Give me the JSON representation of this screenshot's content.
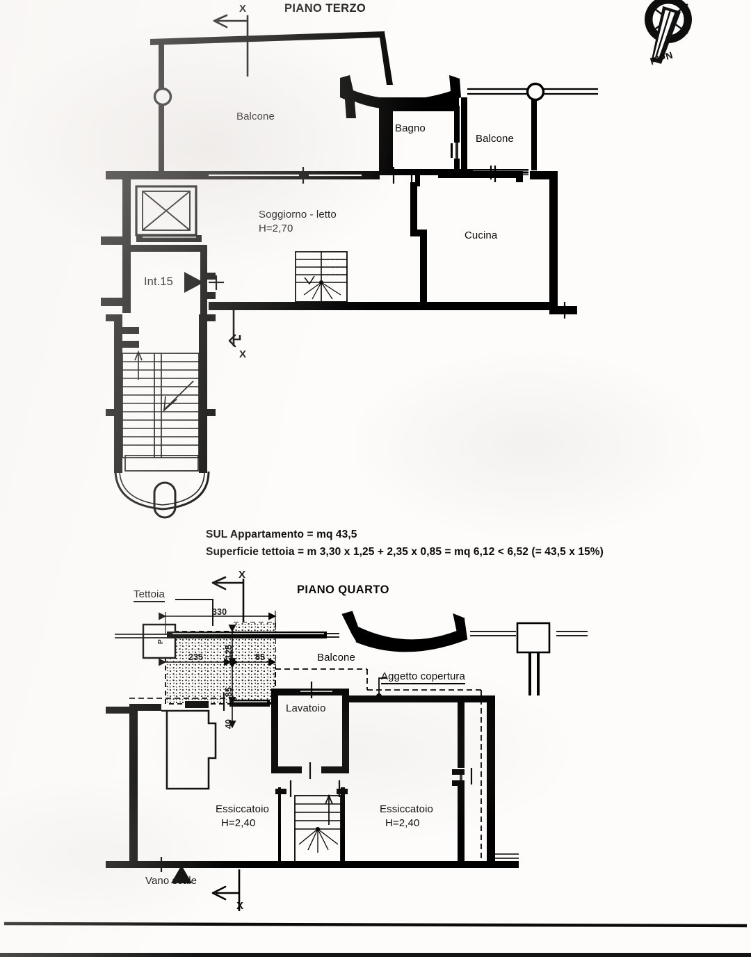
{
  "document": {
    "type": "architectural-floor-plan",
    "language": "it",
    "compass": {
      "label": "Nord",
      "icon": "north-arrow-compass-icon"
    }
  },
  "plan_third": {
    "title": "PIANO TERZO",
    "section_marks": {
      "top": "X",
      "bottom": "X"
    },
    "rooms": [
      {
        "name": "Balcone",
        "sub": ""
      },
      {
        "name": "Bagno",
        "sub": ""
      },
      {
        "name": "Balcone",
        "sub": ""
      },
      {
        "name": "Soggiorno - letto",
        "sub": "H=2,70"
      },
      {
        "name": "Cucina",
        "sub": ""
      }
    ],
    "unit_label": "Int.15",
    "balcone_left": "Balcone",
    "bagno": "Bagno",
    "balcone_right": "Balcone",
    "soggiorno": "Soggiorno - letto",
    "soggiorno_h": "H=2,70",
    "cucina": "Cucina"
  },
  "calcs": {
    "line1": "SUL Appartamento = mq 43,5",
    "line2": "Superficie tettoia = m 3,30 x 1,25 + 2,35 x 0,85 = mq 6,12 < 6,52 (= 43,5 x 15%)"
  },
  "plan_fourth": {
    "title": "PIANO QUARTO",
    "section_marks": {
      "top": "X",
      "bottom": "X"
    },
    "tettoia_label": "Tettoia",
    "balcone": "Balcone",
    "aggetto": "Aggetto copertura",
    "lavatoio": "Lavatoio",
    "vano_scale": "Vano scale",
    "pillar_label": "P",
    "rooms": [
      {
        "name": "Essiccatoio",
        "sub": "H=2,40"
      },
      {
        "name": "Essiccatoio",
        "sub": "H=2,40"
      },
      {
        "name": "Lavatoio",
        "sub": ""
      }
    ],
    "essiccatoio_left": "Essiccatoio",
    "essiccatoio_left_h": "H=2,40",
    "essiccatoio_right": "Essiccatoio",
    "essiccatoio_right_h": "H=2,40",
    "dimensions": {
      "d330": "330",
      "d235": "235",
      "d125": "125",
      "d85h": "85",
      "d85v": "85",
      "d40": "40"
    }
  },
  "colors": {
    "ink": "#000000",
    "paper": "#fdfcfb",
    "wall_fill": "#000000",
    "hatch": "#111111"
  }
}
